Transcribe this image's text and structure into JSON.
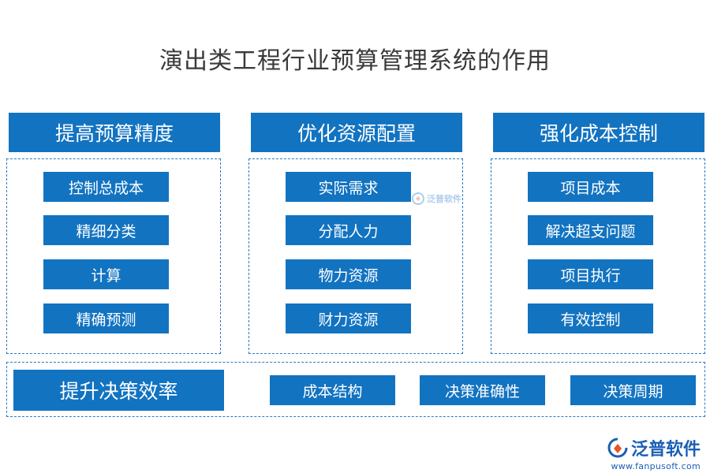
{
  "title": "演出类工程行业预算管理系统的作用",
  "columns": [
    {
      "header": "提高预算精度",
      "items": [
        "控制总成本",
        "精细分类",
        "计算",
        "精确预测"
      ]
    },
    {
      "header": "优化资源配置",
      "items": [
        "实际需求",
        "分配人力",
        "物力资源",
        "财力资源"
      ]
    },
    {
      "header": "强化成本控制",
      "items": [
        "项目成本",
        "解决超支问题",
        "项目执行",
        "有效控制"
      ]
    }
  ],
  "bottom": {
    "main": "提升决策效率",
    "items": [
      "成本结构",
      "决策准确性",
      "决策周期"
    ]
  },
  "watermark": {
    "name": "泛普软件"
  },
  "logo": {
    "name": "泛普软件",
    "url": "www.fanpusoft.com"
  },
  "colors": {
    "box": "#1273c1",
    "border": "#2a79c4",
    "title": "#3a3a3a"
  }
}
